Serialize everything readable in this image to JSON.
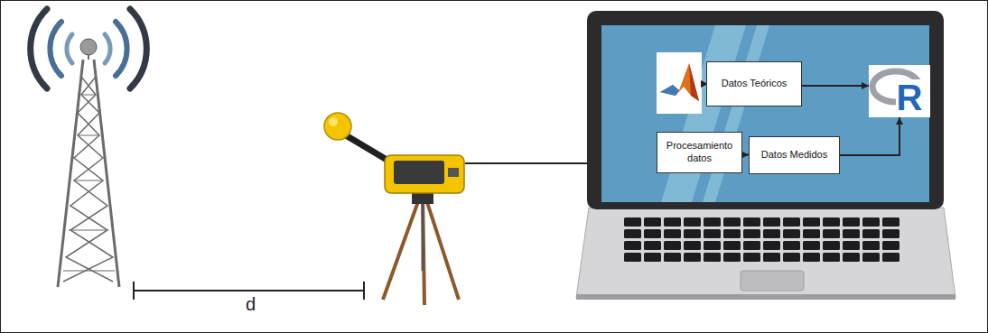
{
  "diagram": {
    "nodes": [
      {
        "text": [
          "Datos Teóricos"
        ]
      },
      {
        "text": [
          "R"
        ]
      },
      {
        "text": [
          "Procesamiento datos"
        ]
      },
      {
        "text": [
          "Datos Medidos"
        ]
      }
    ],
    "edges": [
      {
        "from": 0,
        "to": 1,
        "arrow": "to"
      },
      {
        "from": 2,
        "to": 3,
        "arrow": "to"
      },
      {
        "from": 3,
        "to": 1,
        "arrow": "to"
      }
    ],
    "labels": [
      "d"
    ]
  }
}
